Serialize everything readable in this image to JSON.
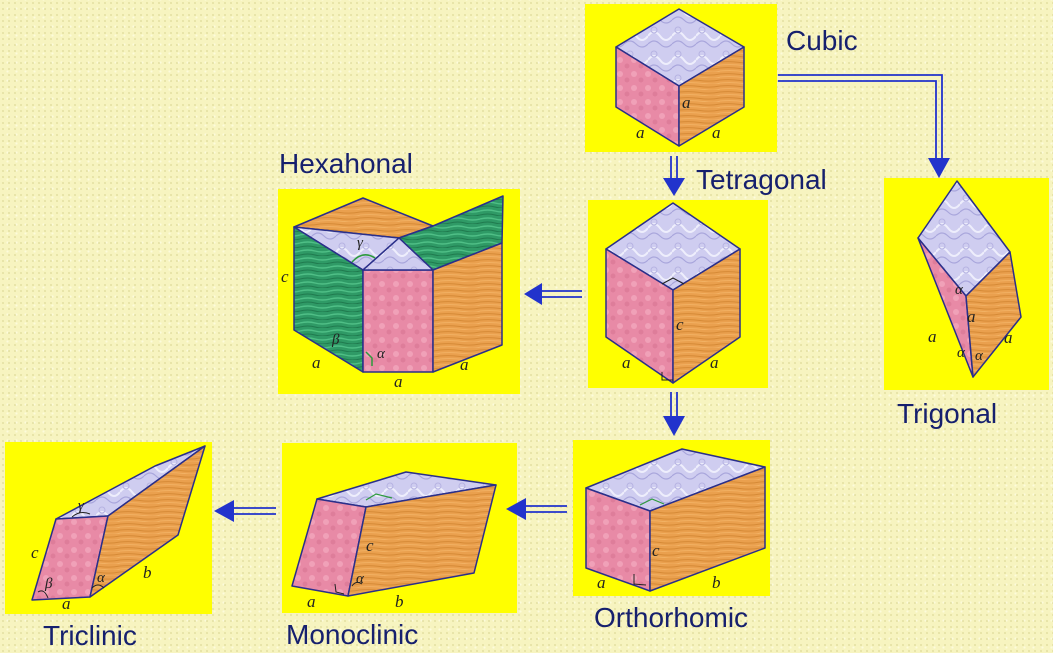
{
  "labels": {
    "cubic": "Cubic",
    "tetragonal": "Tetragonal",
    "hexagonal": "Hexahonal",
    "trigonal": "Trigonal",
    "orthorhombic": "Orthorhomic",
    "monoclinic": "Monoclinic",
    "triclinic": "Triclinic"
  },
  "symbols": {
    "a": "a",
    "b": "b",
    "c": "c",
    "alpha": "α",
    "beta": "β",
    "gamma": "γ"
  },
  "colors": {
    "background": "#f7f4c0",
    "panel": "#ffff00",
    "front_face": "#e88aa6",
    "side_face": "#eaa04e",
    "top_face": "#c9c8ec",
    "green_face": "#2f9a66",
    "arrow": "#2233cc",
    "label": "#16206e"
  }
}
